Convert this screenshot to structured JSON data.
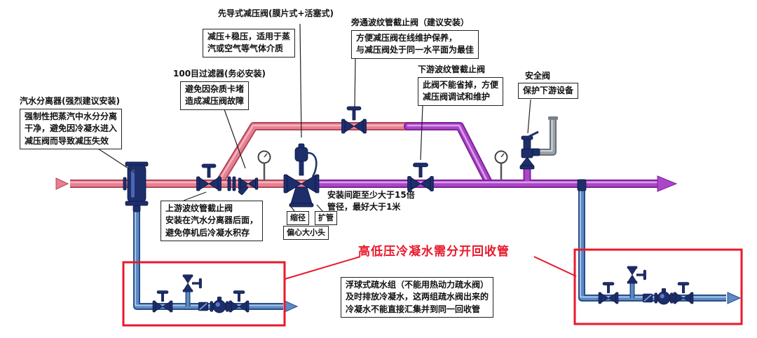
{
  "colors": {
    "pipe_high_pressure_pink": "#e87f92",
    "pipe_low_pressure_purple": "#ab46c8",
    "pipe_condensate_blue": "#5d89c4",
    "valve_navy": "#1d2e6b",
    "highlight_red": "#e8192c"
  },
  "labels": {
    "separator": {
      "title": "汽水分离器(强烈建议安装)",
      "note": "强制性把蒸汽中水分分离\n干净，避免因冷凝水进入\n减压阀而导致减压失效"
    },
    "filter": {
      "title": "100目过滤器(务必安装)",
      "note": "避免因杂质卡堵\n造成减压阀故障"
    },
    "prv": {
      "title": "先导式减压阀(膜片式+活塞式)",
      "note": "减压+稳压，适用于蒸\n汽或空气等气体介质"
    },
    "bypass": {
      "title": "旁通波纹管截止阀（建议安装）",
      "note": "方便减压阀在线维护保养，\n与减压阀处于同一水平面为最佳"
    },
    "downstream": {
      "title": "下游波纹管截止阀",
      "note": "此阀不能省掉，方便\n减压阀调试和维护"
    },
    "safety": {
      "title": "安全阀",
      "note": "保护下游设备"
    },
    "upstream": {
      "note": "上游波纹管截止阀\n安装在汽水分离器后面，\n避免停机后冷凝水积存"
    },
    "spacing": {
      "note": "安装间距至少大于15倍\n管径，最好大于1米"
    },
    "reducer": {
      "left": "缩径",
      "right": "扩管",
      "eccentric": "偏心大小头"
    },
    "warning": {
      "text": "高低压冷凝水需分开回收管"
    },
    "trap": {
      "note": "浮球式疏水组（不能用热动力疏水阀）\n及时排放冷凝水，这两组疏水阀出来的\n冷凝水不能直接汇集并到同一回收管"
    }
  },
  "icons": {
    "steam-water-separator-icon": "vertical vessel on main line",
    "globe-valve-icon": "bowtie valve with handwheel",
    "strainer-icon": "y-strainer",
    "pressure-gauge-icon": "dial on stem",
    "pressure-reducing-valve-icon": "valve with spring actuator",
    "safety-valve-icon": "spring safety valve with vent pipe",
    "steam-trap-icon": "float trap",
    "flow-arrow-icon": "triangle arrow"
  }
}
